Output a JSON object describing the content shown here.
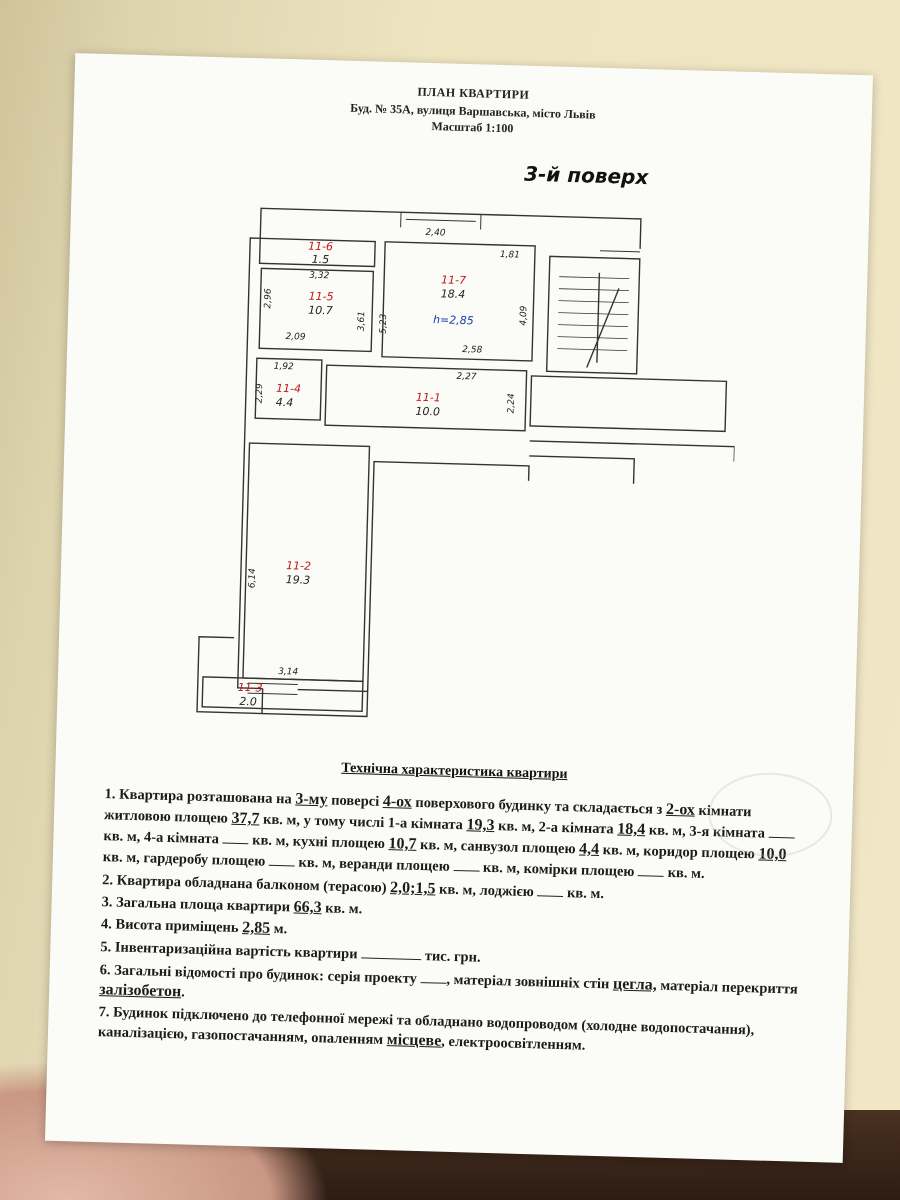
{
  "header": {
    "title": "ПЛАН КВАРТИРИ",
    "address": "Буд. № 35А, вулиця Варшавська, місто Львів",
    "scale": "Масштаб 1:100",
    "floor_label": "3-й поверх"
  },
  "plan": {
    "rooms": [
      {
        "id": "11-6",
        "area": "1.5"
      },
      {
        "id": "11-5",
        "area": "10.7"
      },
      {
        "id": "11-7",
        "area": "18.4"
      },
      {
        "id": "11-4",
        "area": "4.4"
      },
      {
        "id": "11-1",
        "area": "10.0"
      },
      {
        "id": "11-2",
        "area": "19.3"
      },
      {
        "id": "11-3",
        "area": "2.0"
      }
    ],
    "dimensions": [
      "2,40",
      "1,81",
      "3,32",
      "5,23",
      "2,96",
      "3,61",
      "4,09",
      "2,09",
      "2,58",
      "1,92",
      "2,27",
      "2,29",
      "2,24",
      "6,14",
      "3,14"
    ],
    "height_note": "h=2,85"
  },
  "tech": {
    "title": "Технічна характеристика квартири",
    "p1": {
      "a": "1. Квартира розташована на",
      "floor": "3-му",
      "b": "поверсі",
      "storeys": "4-ох",
      "c": "поверхового будинку та складається з",
      "rooms": "2-ох",
      "d": "кімнати житловою площею",
      "living": "37,7",
      "e": "кв. м, у тому числі 1-а кімната",
      "r1": "19,3",
      "f": "кв. м, 2-а кімната",
      "r2": "18,4",
      "g": "кв. м, 3-я кімната",
      "h": "кв. м, 4-а кімната",
      "i": "кв. м, кухні площею",
      "kitchen": "10,7",
      "j": "кв. м, санвузол площею",
      "bath": "4,4",
      "k": "кв. м, коридор площею",
      "corridor": "10,0",
      "l": "кв. м, гардеробу площею",
      "m": "кв. м, веранди площею",
      "n": "кв. м, комірки площею",
      "o": "кв. м."
    },
    "p2": {
      "a": "2. Квартира обладнана балконом (терасою)",
      "balcony": "2,0;1,5",
      "b": "кв. м, лоджією",
      "c": "кв. м."
    },
    "p3": {
      "a": "3. Загальна площа квартири",
      "total": "66,3",
      "b": "кв. м."
    },
    "p4": {
      "a": "4. Висота приміщень",
      "height": "2,85",
      "b": "м."
    },
    "p5": {
      "a": "5. Інвентаризаційна вартість квартири",
      "b": "тис. грн."
    },
    "p6": {
      "a": "6. Загальні відомості про будинок: серія проекту",
      "b": ", матеріал зовнішніх стін",
      "walls": "цегла,",
      "c": "матеріал перекриття",
      "slab": "залізобетон",
      "d": "."
    },
    "p7": {
      "a": "7. Будинок підключено до телефонної мережі та обладнано водопроводом (холодне водопостачання), каналізацією, газопостачанням, опаленням",
      "heating": "місцеве",
      "b": ", електроосвітленням."
    }
  }
}
